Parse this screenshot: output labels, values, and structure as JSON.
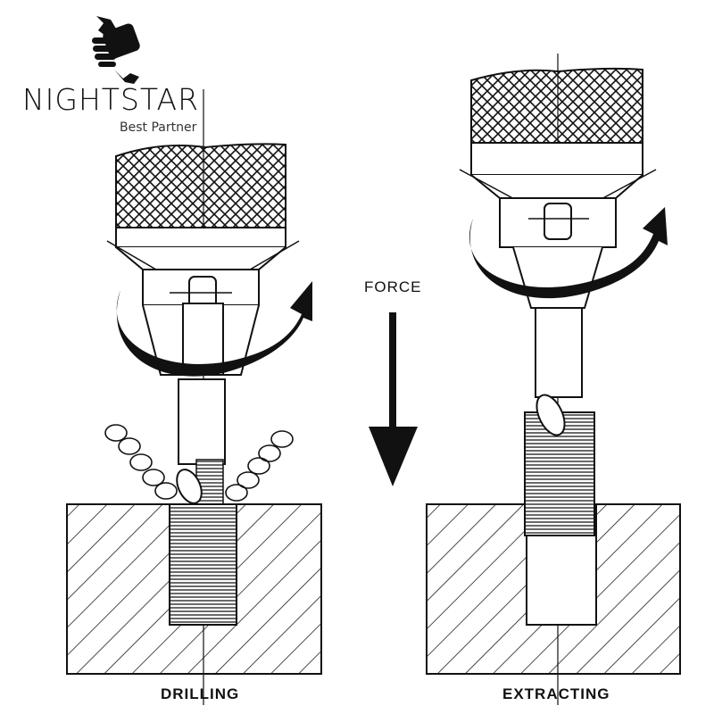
{
  "logo": {
    "brand": "NIGHTSTAR",
    "tagline": "Best Partner",
    "icon": "fist-wrench-icon"
  },
  "labels": {
    "force": "FORCE",
    "drilling": "DRILLING",
    "extracting": "EXTRACTING"
  }
}
